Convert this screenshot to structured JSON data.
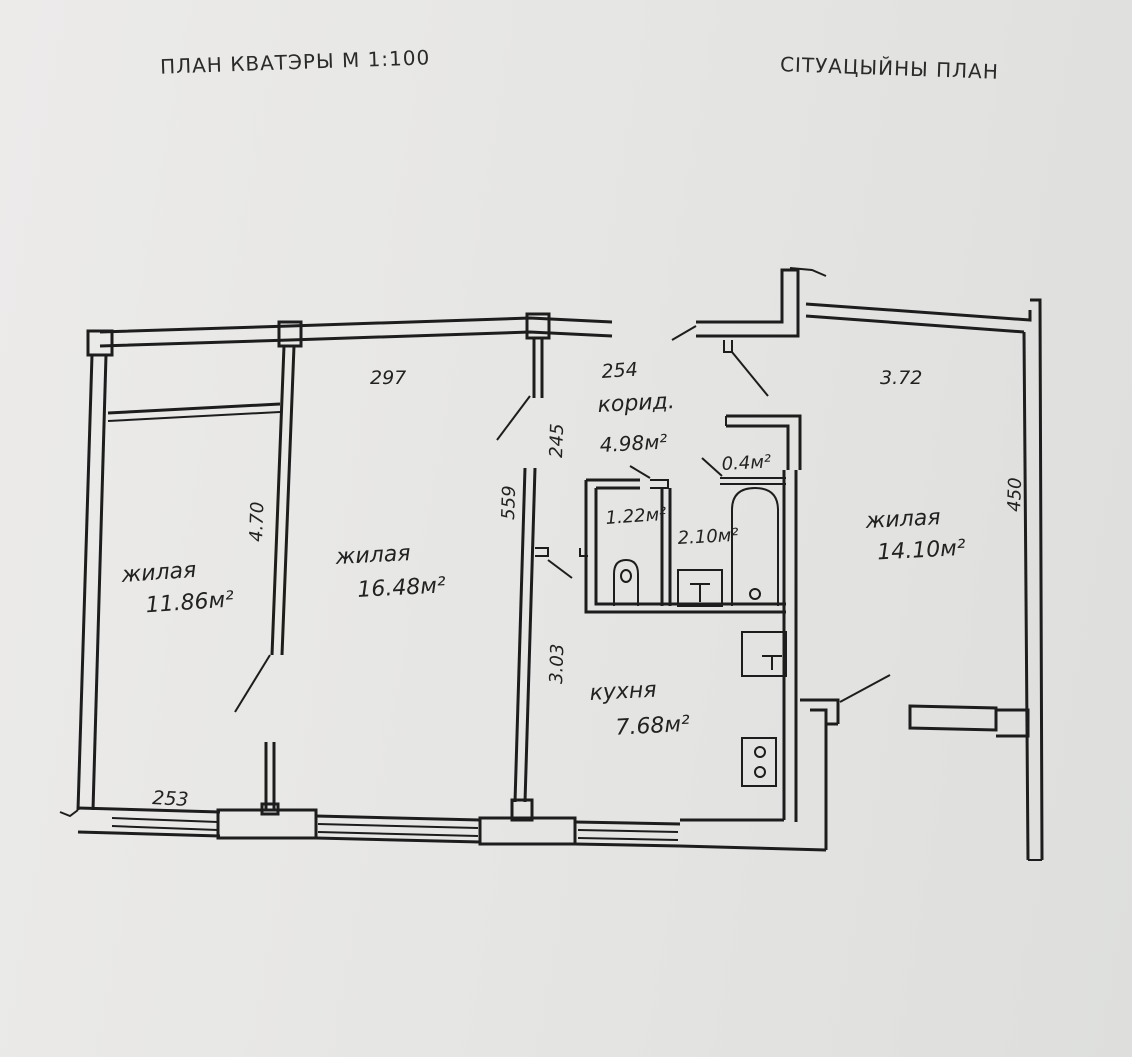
{
  "headers": {
    "plan_title": "ПЛАН КВАТЭРЫ М  1:100",
    "situation_title": "СІТУАЦЫЙНЫ ПЛАН"
  },
  "rooms": {
    "living_left": {
      "label": "жилая",
      "area": "11.86м²"
    },
    "living_middle": {
      "label": "жилая",
      "area": "16.48м²"
    },
    "living_right": {
      "label": "жилая",
      "area": "14.10м²"
    },
    "corridor": {
      "label": "корид.",
      "area": "4.98м²"
    },
    "closet": {
      "area": "0.4м²"
    },
    "toilet": {
      "area": "1.22м²"
    },
    "bathroom": {
      "area": "2.10м²"
    },
    "kitchen": {
      "label": "кухня",
      "area": "7.68м²"
    }
  },
  "dimensions": {
    "d297": "297",
    "d254": "254",
    "d372": "3.72",
    "d470": "4.70",
    "d245": "245",
    "d559": "559",
    "d450": "450",
    "d303": "3.03",
    "d253": "253"
  }
}
